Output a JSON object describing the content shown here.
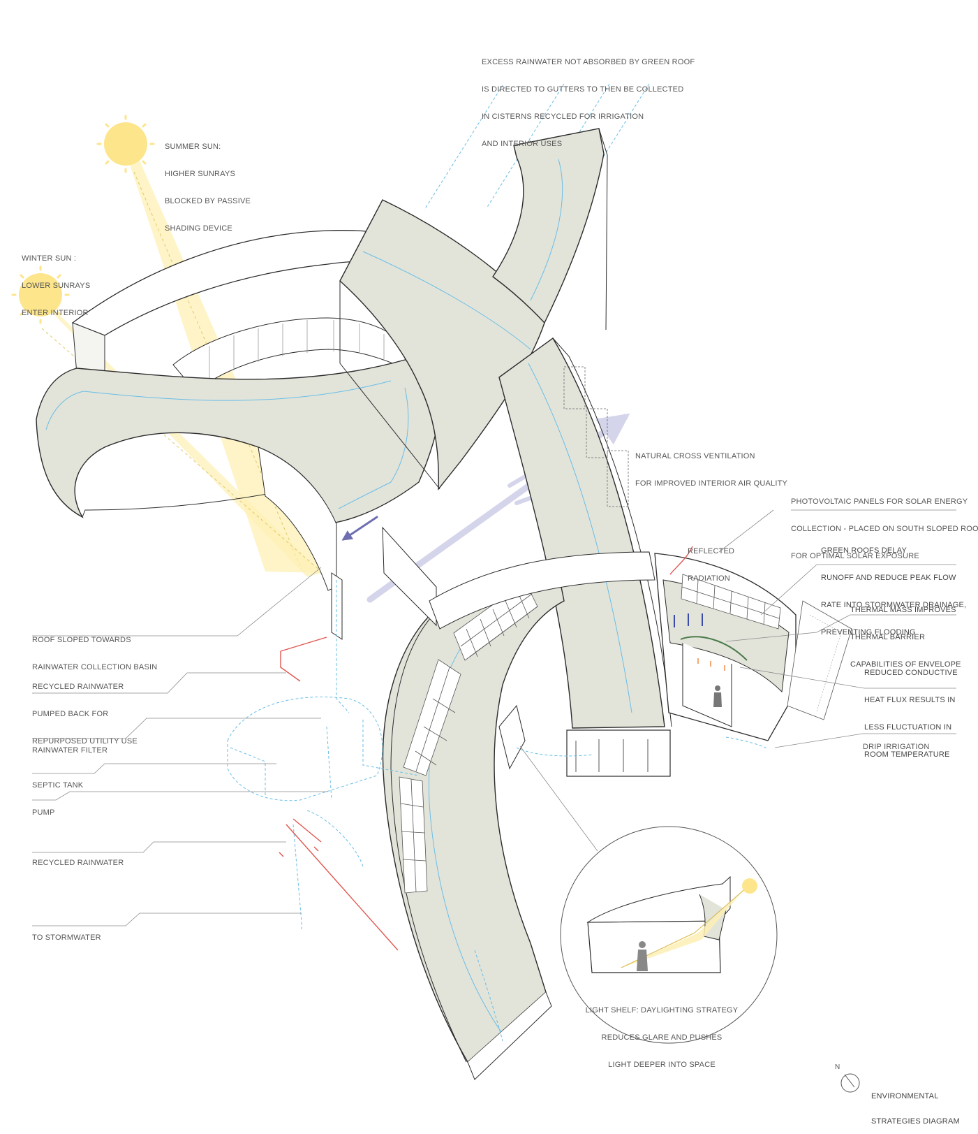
{
  "title": [
    "ENVIRONMENTAL",
    "STRATEGIES DIAGRAM"
  ],
  "labels": {
    "excess_rainwater": [
      "EXCESS RAINWATER NOT ABSORBED BY GREEN ROOF",
      "IS DIRECTED TO GUTTERS TO THEN BE COLLECTED",
      "IN CISTERNS RECYCLED FOR IRRIGATION",
      "AND INTERIOR USES"
    ],
    "summer_sun": [
      "SUMMER SUN:",
      "HIGHER SUNRAYS",
      "BLOCKED BY PASSIVE",
      "SHADING DEVICE"
    ],
    "winter_sun": [
      "WINTER SUN :",
      "LOWER SUNRAYS",
      "ENTER INTERIOR"
    ],
    "cross_ventilation": [
      "NATURAL CROSS VENTILATION",
      "FOR IMPROVED INTERIOR AIR QUALITY"
    ],
    "photovoltaic": [
      "PHOTOVOLTAIC PANELS FOR SOLAR ENERGY",
      "COLLECTION - PLACED ON SOUTH SLOPED ROOF",
      "FOR OPTIMAL SOLAR EXPOSURE"
    ],
    "reflected_radiation": [
      "REFLECTED",
      "RADIATION"
    ],
    "green_roofs": [
      "GREEN ROOFS DELAY",
      "RUNOFF AND REDUCE PEAK FLOW",
      "RATE INTO STORMWATER DRAINAGE,",
      "PREVENTING FLOODING"
    ],
    "thermal_mass": [
      "THERMAL MASS IMPROVES",
      "THERMAL BARRIER",
      "CAPABILITIES OF ENVELOPE"
    ],
    "conductive_heat": [
      "REDUCED CONDUCTIVE",
      "HEAT FLUX RESULTS IN",
      "LESS FLUCTUATION IN",
      "ROOM TEMPERATURE"
    ],
    "drip_irrigation": [
      "DRIP IRRIGATION"
    ],
    "roof_sloped": [
      "ROOF SLOPED TOWARDS",
      "RAINWATER COLLECTION BASIN"
    ],
    "recycled_pumped": [
      "RECYCLED RAINWATER",
      "PUMPED BACK FOR",
      "REPURPOSED UTILITY USE"
    ],
    "rainwater_filter": [
      "RAINWATER FILTER"
    ],
    "septic_tank": [
      "SEPTIC TANK"
    ],
    "pump": [
      "PUMP"
    ],
    "recycled_rainwater": [
      "RECYCLED RAINWATER"
    ],
    "to_stormwater": [
      "TO STORMWATER"
    ],
    "light_shelf": [
      "LIGHT SHELF: DAYLIGHTING STRATEGY",
      "REDUCES GLARE AND PUSHES",
      "LIGHT DEEPER INTO SPACE"
    ]
  },
  "colors": {
    "roof_fill": "#e2e4da",
    "outline": "#2b2b2b",
    "water_line": "#69bde6",
    "sun": "#fde58c",
    "sun_ray": "#fdf0b4",
    "airflow": "#b9b8de",
    "pipe_red": "#e0554f",
    "cool_arrow": "#3b4aa6",
    "heat_arrow": "#f08a4b",
    "leader": "#8a8a8a"
  },
  "icons": [
    "sun-icon",
    "north-arrow-icon",
    "person-icon",
    "arrow-icon"
  ]
}
